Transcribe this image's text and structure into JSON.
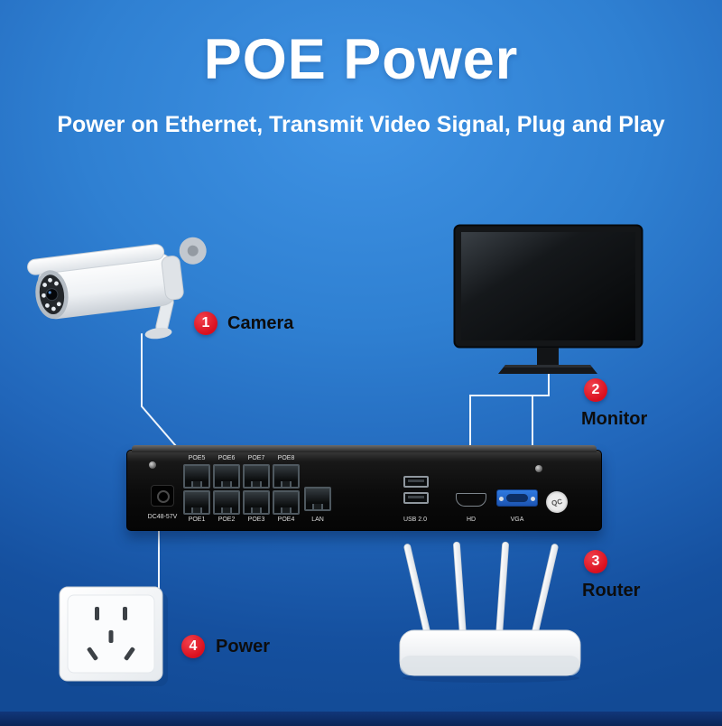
{
  "header": {
    "title": "POE Power",
    "subtitle": "Power on Ethernet, Transmit Video Signal, Plug and Play"
  },
  "callouts": {
    "camera": {
      "number": "1",
      "label": "Camera"
    },
    "monitor": {
      "number": "2",
      "label": "Monitor"
    },
    "router": {
      "number": "3",
      "label": "Router"
    },
    "power": {
      "number": "4",
      "label": "Power"
    }
  },
  "nvr": {
    "dc_label": "DC48-57V",
    "poe_top_labels": [
      "POE5",
      "POE6",
      "POE7",
      "POE8"
    ],
    "poe_bottom_labels": [
      "POE1",
      "POE2",
      "POE3",
      "POE4"
    ],
    "lan_label": "LAN",
    "usb_label": "USB 2.0",
    "hdmi_label": "HD",
    "vga_label": "VGA",
    "qc_label": "QC"
  },
  "colors": {
    "background_top": "#3f93e4",
    "background_deep": "#124a95",
    "accent_red": "#d90f1e",
    "text_light": "#ffffff",
    "text_dark": "#0d0d0d",
    "vga_blue": "#2f7ae0"
  }
}
